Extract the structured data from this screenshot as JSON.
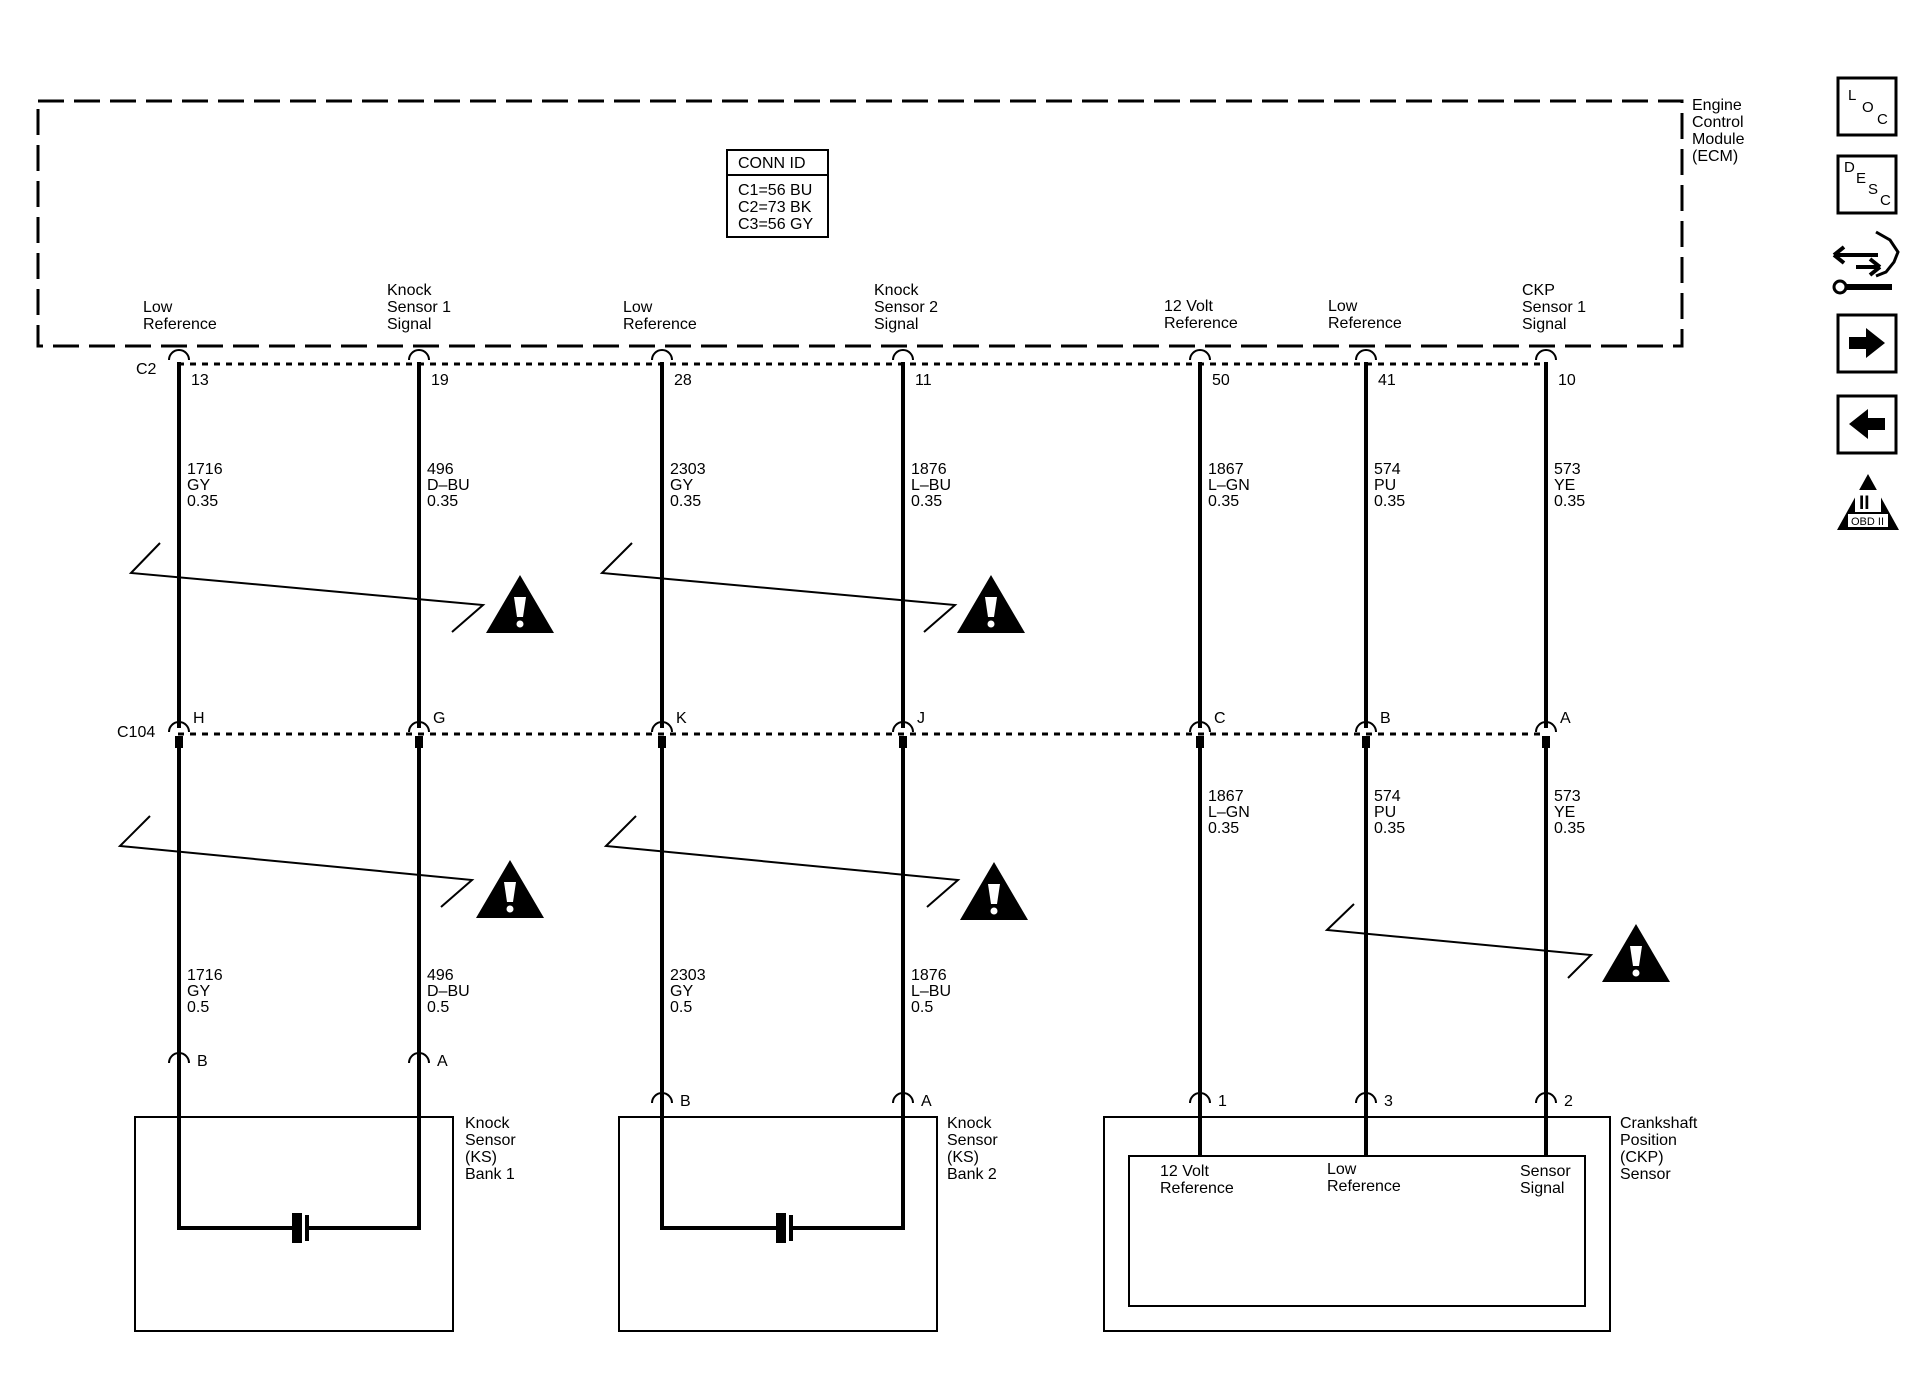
{
  "ecm": {
    "name_lines": [
      "Engine",
      "Control",
      "Module",
      "(ECM)"
    ],
    "conn_id_title": "CONN ID",
    "conn_id_lines": [
      "C1=56 BU",
      "C2=73 BK",
      "C3=56 GY"
    ],
    "connector_label": "C2"
  },
  "inline_connector": {
    "label": "C104"
  },
  "circuits": [
    {
      "ecm_label": [
        "Low",
        "Reference"
      ],
      "ecm_pin": "13",
      "wire_top": [
        "1716",
        "GY",
        "0.35"
      ],
      "c104_pin": "H",
      "wire_bottom": [
        "1716",
        "GY",
        "0.5"
      ],
      "sensor_pin": "B"
    },
    {
      "ecm_label": [
        "Knock",
        "Sensor 1",
        "Signal"
      ],
      "ecm_pin": "19",
      "wire_top": [
        "496",
        "D–BU",
        "0.35"
      ],
      "c104_pin": "G",
      "wire_bottom": [
        "496",
        "D–BU",
        "0.5"
      ],
      "sensor_pin": "A"
    },
    {
      "ecm_label": [
        "Low",
        "Reference"
      ],
      "ecm_pin": "28",
      "wire_top": [
        "2303",
        "GY",
        "0.35"
      ],
      "c104_pin": "K",
      "wire_bottom": [
        "2303",
        "GY",
        "0.5"
      ],
      "sensor_pin": "B"
    },
    {
      "ecm_label": [
        "Knock",
        "Sensor 2",
        "Signal"
      ],
      "ecm_pin": "11",
      "wire_top": [
        "1876",
        "L–BU",
        "0.35"
      ],
      "c104_pin": "J",
      "wire_bottom": [
        "1876",
        "L–BU",
        "0.5"
      ],
      "sensor_pin": "A"
    },
    {
      "ecm_label": [
        "12 Volt",
        "Reference"
      ],
      "ecm_pin": "50",
      "wire_top": [
        "1867",
        "L–GN",
        "0.35"
      ],
      "c104_pin": "C",
      "wire_bottom": [
        "1867",
        "L–GN",
        "0.35"
      ],
      "sensor_pin": "1"
    },
    {
      "ecm_label": [
        "Low",
        "Reference"
      ],
      "ecm_pin": "41",
      "wire_top": [
        "574",
        "PU",
        "0.35"
      ],
      "c104_pin": "B",
      "wire_bottom": [
        "574",
        "PU",
        "0.35"
      ],
      "sensor_pin": "3"
    },
    {
      "ecm_label": [
        "CKP",
        "Sensor 1",
        "Signal"
      ],
      "ecm_pin": "10",
      "wire_top": [
        "573",
        "YE",
        "0.35"
      ],
      "c104_pin": "A",
      "wire_bottom": [
        "573",
        "YE",
        "0.35"
      ],
      "sensor_pin": "2"
    }
  ],
  "components": {
    "ks1": [
      "Knock",
      "Sensor",
      "(KS)",
      "Bank 1"
    ],
    "ks2": [
      "Knock",
      "Sensor",
      "(KS)",
      "Bank 2"
    ],
    "ckp": [
      "Crankshaft",
      "Position",
      "(CKP)",
      "Sensor"
    ],
    "ckp_inner": [
      [
        "12 Volt",
        "Reference"
      ],
      [
        "Low",
        "Reference"
      ],
      [
        "Sensor",
        "Signal"
      ]
    ]
  },
  "side_icons": [
    {
      "name": "loc-icon",
      "letters": [
        "L",
        "O",
        "C"
      ]
    },
    {
      "name": "desc-icon",
      "letters": [
        "D",
        "E",
        "S",
        "C"
      ]
    },
    {
      "name": "connector-repair-icon"
    },
    {
      "name": "next-arrow-icon"
    },
    {
      "name": "previous-arrow-icon"
    },
    {
      "name": "obd-ii-icon",
      "numeral": "II",
      "caption": "OBD II"
    }
  ]
}
